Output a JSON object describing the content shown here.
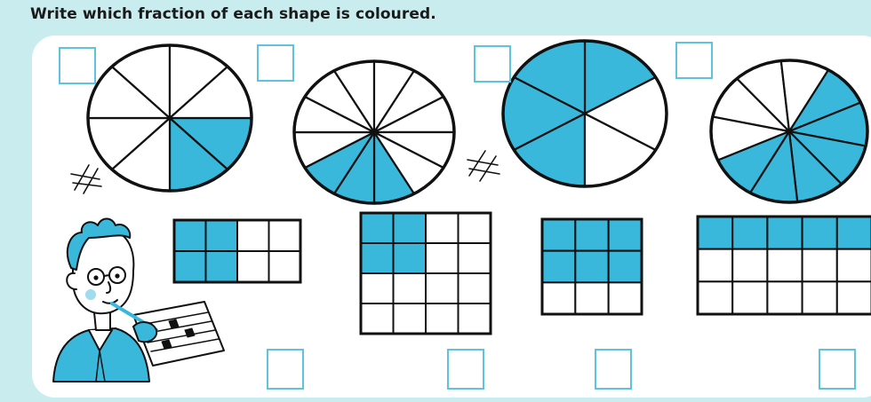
{
  "instruction": "Write which fraction of each shape is coloured.",
  "colors": {
    "fill": "#39b8dc",
    "box_border": "#5ec3dc",
    "background": "#c9ecef",
    "ink": "#111111"
  },
  "circles": [
    {
      "segments": 8,
      "coloured_segments": 2,
      "answer": ""
    },
    {
      "segments": 12,
      "coloured_segments": 3,
      "answer": ""
    },
    {
      "segments": 6,
      "coloured_segments": 4,
      "answer": ""
    },
    {
      "segments": 10,
      "coloured_segments": 6,
      "answer": ""
    }
  ],
  "grids": [
    {
      "rows": 2,
      "cols": 4,
      "coloured_cells": 4,
      "answer": ""
    },
    {
      "rows": 4,
      "cols": 4,
      "coloured_cells": 4,
      "answer": ""
    },
    {
      "rows": 3,
      "cols": 3,
      "coloured_cells": 6,
      "answer": ""
    },
    {
      "rows": 3,
      "cols": 5,
      "coloured_cells": 5,
      "answer": ""
    }
  ]
}
